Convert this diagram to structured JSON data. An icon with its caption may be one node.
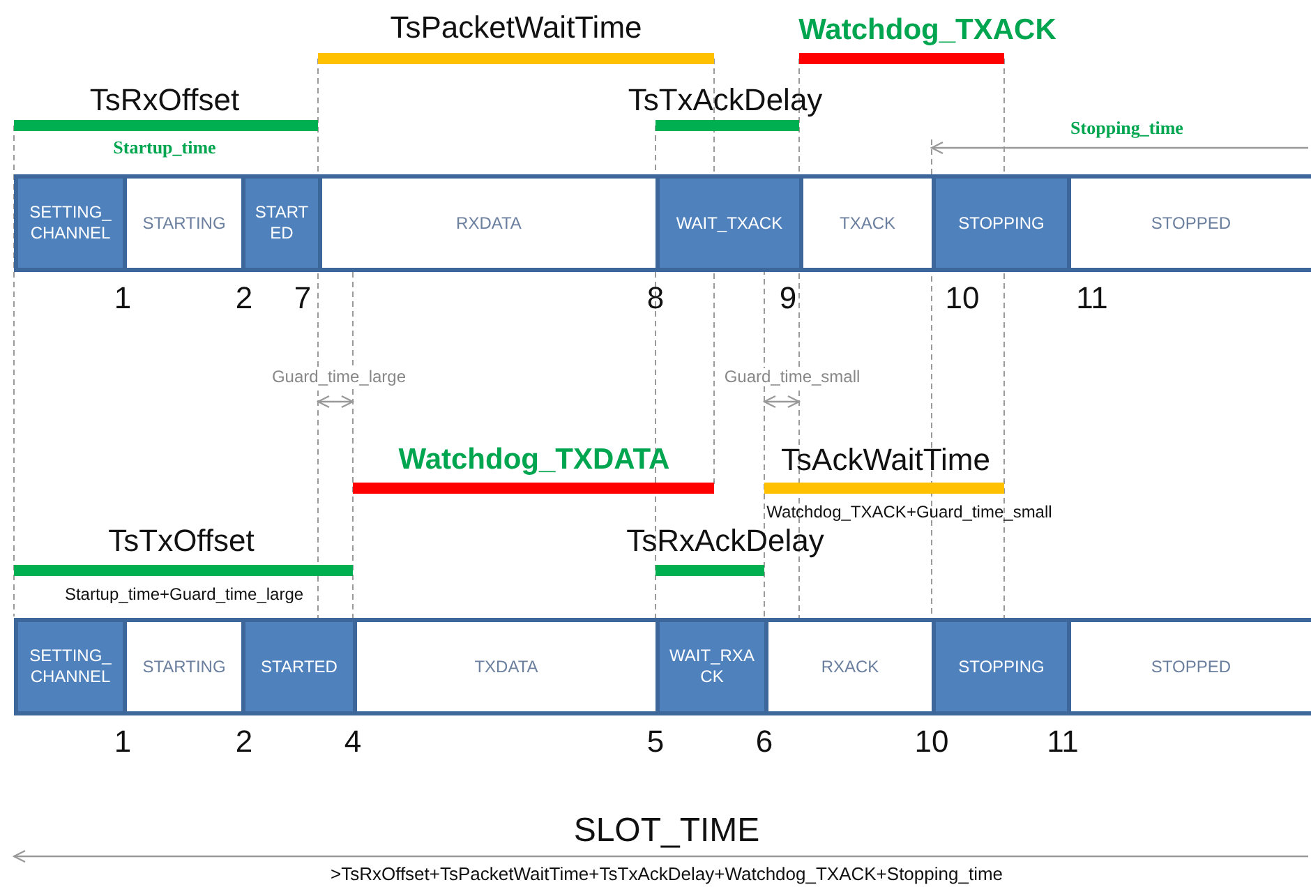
{
  "diagram": {
    "nodes": [
      {
        "text": [
          "SETTING_CHANNEL"
        ]
      },
      {
        "text": [
          "STARTING"
        ]
      },
      {
        "text": [
          "STARTED"
        ]
      },
      {
        "text": [
          "RXDATA"
        ]
      },
      {
        "text": [
          "WAIT_TXACK"
        ]
      },
      {
        "text": [
          "TXACK"
        ]
      },
      {
        "text": [
          "STOPPING"
        ]
      },
      {
        "text": [
          "STOPPED"
        ]
      },
      {
        "text": [
          "SETTING_CHANNEL"
        ]
      },
      {
        "text": [
          "STARTING"
        ]
      },
      {
        "text": [
          "STARTED"
        ]
      },
      {
        "text": [
          "TXDATA"
        ]
      },
      {
        "text": [
          "WAIT_RXACK"
        ]
      },
      {
        "text": [
          "RXACK"
        ]
      },
      {
        "text": [
          "STOPPING"
        ]
      },
      {
        "text": [
          "STOPPED"
        ]
      }
    ],
    "labels": [
      "TsPacketWaitTime",
      "Watchdog_TXACK",
      "TsRxOffset",
      "TsTxAckDelay",
      "Startup_time",
      "Stopping_time",
      "1",
      "2",
      "7",
      "8",
      "9",
      "10",
      "11",
      "Guard_time_large",
      "Guard_time_small",
      "Watchdog_TXDATA",
      "TsAckWaitTime",
      "Watchdog_TXACK+Guard_time_small",
      "TsTxOffset",
      "TsRxAckDelay",
      "Startup_time+Guard_time_large",
      "1",
      "2",
      "4",
      "5",
      "6",
      "10",
      "11",
      "SLOT_TIME",
      ">TsRxOffset+TsPacketWaitTime+TsTxAckDelay+Watchdog_TXACK+Stopping_time"
    ]
  }
}
